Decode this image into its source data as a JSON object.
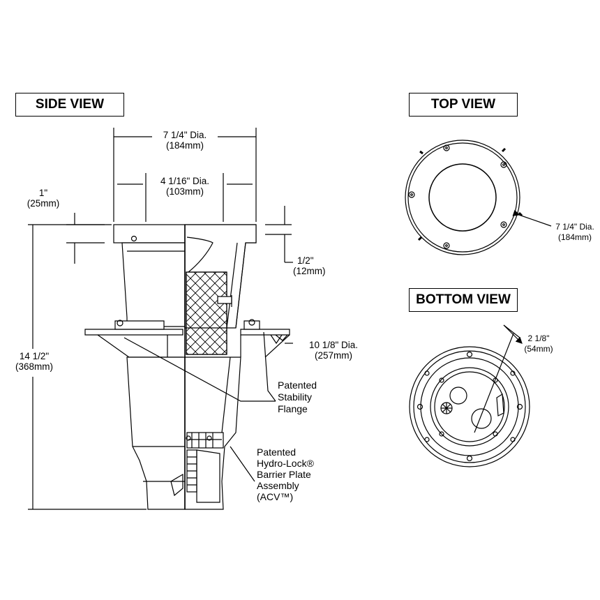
{
  "views": {
    "side": "SIDE VIEW",
    "top": "TOP VIEW",
    "bottom": "BOTTOM VIEW"
  },
  "dimensions": {
    "overall_dia": {
      "imperial": "7 1/4\" Dia.",
      "metric": "(184mm)"
    },
    "inner_dia": {
      "imperial": "4 1/16\" Dia.",
      "metric": "(103mm)"
    },
    "lip": {
      "imperial": "1\"",
      "metric": "(25mm)"
    },
    "rim": {
      "imperial": "1/2\"",
      "metric": "(12mm)"
    },
    "height": {
      "imperial": "14 1/2\"",
      "metric": "(368mm)"
    },
    "flange_dia": {
      "imperial": "10 1/8\" Dia.",
      "metric": "(257mm)"
    },
    "top_dia": {
      "imperial": "7 1/4\" Dia.",
      "metric": "(184mm)"
    },
    "bottom_dia": {
      "imperial": "2 1/8\"",
      "metric": "(54mm)"
    }
  },
  "callouts": {
    "flange": [
      "Patented",
      "Stability",
      "Flange"
    ],
    "barrier": [
      "Patented",
      "Hydro-Lock®",
      "Barrier Plate",
      "Assembly",
      "(ACV™)"
    ]
  }
}
